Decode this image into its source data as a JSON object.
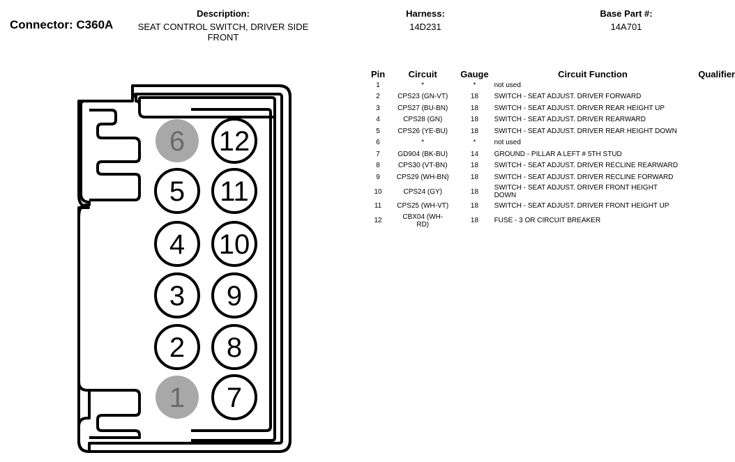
{
  "header": {
    "connector_label": "Connector: C360A",
    "description_label": "Description:",
    "description_value": "SEAT CONTROL SWITCH, DRIVER SIDE FRONT",
    "harness_label": "Harness:",
    "harness_value": "14D231",
    "base_part_label": "Base Part #:",
    "base_part_value": "14A701"
  },
  "table": {
    "columns": [
      "Pin",
      "Circuit",
      "Gauge",
      "Circuit Function",
      "Qualifier"
    ],
    "rows": [
      {
        "pin": "1",
        "circuit": "*",
        "gauge": "*",
        "function": "not used",
        "qualifier": ""
      },
      {
        "pin": "2",
        "circuit": "CPS23 (GN-VT)",
        "gauge": "18",
        "function": "SWITCH - SEAT ADJUST. DRIVER FORWARD",
        "qualifier": ""
      },
      {
        "pin": "3",
        "circuit": "CPS27 (BU-BN)",
        "gauge": "18",
        "function": "SWITCH - SEAT ADJUST. DRIVER REAR HEIGHT UP",
        "qualifier": ""
      },
      {
        "pin": "4",
        "circuit": "CPS28 (GN)",
        "gauge": "18",
        "function": "SWITCH - SEAT ADJUST. DRIVER REARWARD",
        "qualifier": ""
      },
      {
        "pin": "5",
        "circuit": "CPS26 (YE-BU)",
        "gauge": "18",
        "function": "SWITCH - SEAT ADJUST. DRIVER REAR HEIGHT DOWN",
        "qualifier": ""
      },
      {
        "pin": "6",
        "circuit": "*",
        "gauge": "*",
        "function": "not used",
        "qualifier": ""
      },
      {
        "pin": "7",
        "circuit": "GD904 (BK-BU)",
        "gauge": "14",
        "function": "GROUND - PILLAR A LEFT # 5TH STUD",
        "qualifier": ""
      },
      {
        "pin": "8",
        "circuit": "CPS30 (VT-BN)",
        "gauge": "18",
        "function": "SWITCH - SEAT ADJUST. DRIVER RECLINE REARWARD",
        "qualifier": ""
      },
      {
        "pin": "9",
        "circuit": "CPS29 (WH-BN)",
        "gauge": "18",
        "function": "SWITCH - SEAT ADJUST. DRIVER RECLINE FORWARD",
        "qualifier": ""
      },
      {
        "pin": "10",
        "circuit": "CPS24 (GY)",
        "gauge": "18",
        "function": "SWITCH - SEAT ADJUST. DRIVER FRONT HEIGHT DOWN",
        "qualifier": ""
      },
      {
        "pin": "11",
        "circuit": "CPS25 (WH-VT)",
        "gauge": "18",
        "function": "SWITCH - SEAT ADJUST. DRIVER FRONT HEIGHT UP",
        "qualifier": ""
      },
      {
        "pin": "12",
        "circuit": "CBX04 (WH-RD)",
        "gauge": "18",
        "function": "FUSE - 3 OR CIRCUIT BREAKER",
        "qualifier": ""
      }
    ]
  },
  "connector_diagram": {
    "pins": [
      {
        "label": "6",
        "unused": true
      },
      {
        "label": "12",
        "unused": false
      },
      {
        "label": "5",
        "unused": false
      },
      {
        "label": "11",
        "unused": false
      },
      {
        "label": "4",
        "unused": false
      },
      {
        "label": "10",
        "unused": false
      },
      {
        "label": "3",
        "unused": false
      },
      {
        "label": "9",
        "unused": false
      },
      {
        "label": "2",
        "unused": false
      },
      {
        "label": "8",
        "unused": false
      },
      {
        "label": "1",
        "unused": true
      },
      {
        "label": "7",
        "unused": false
      }
    ],
    "colors": {
      "stroke": "#000000",
      "unused_fill": "#a8a8a8",
      "unused_text": "#6a6a6a",
      "used_fill": "#ffffff"
    }
  }
}
